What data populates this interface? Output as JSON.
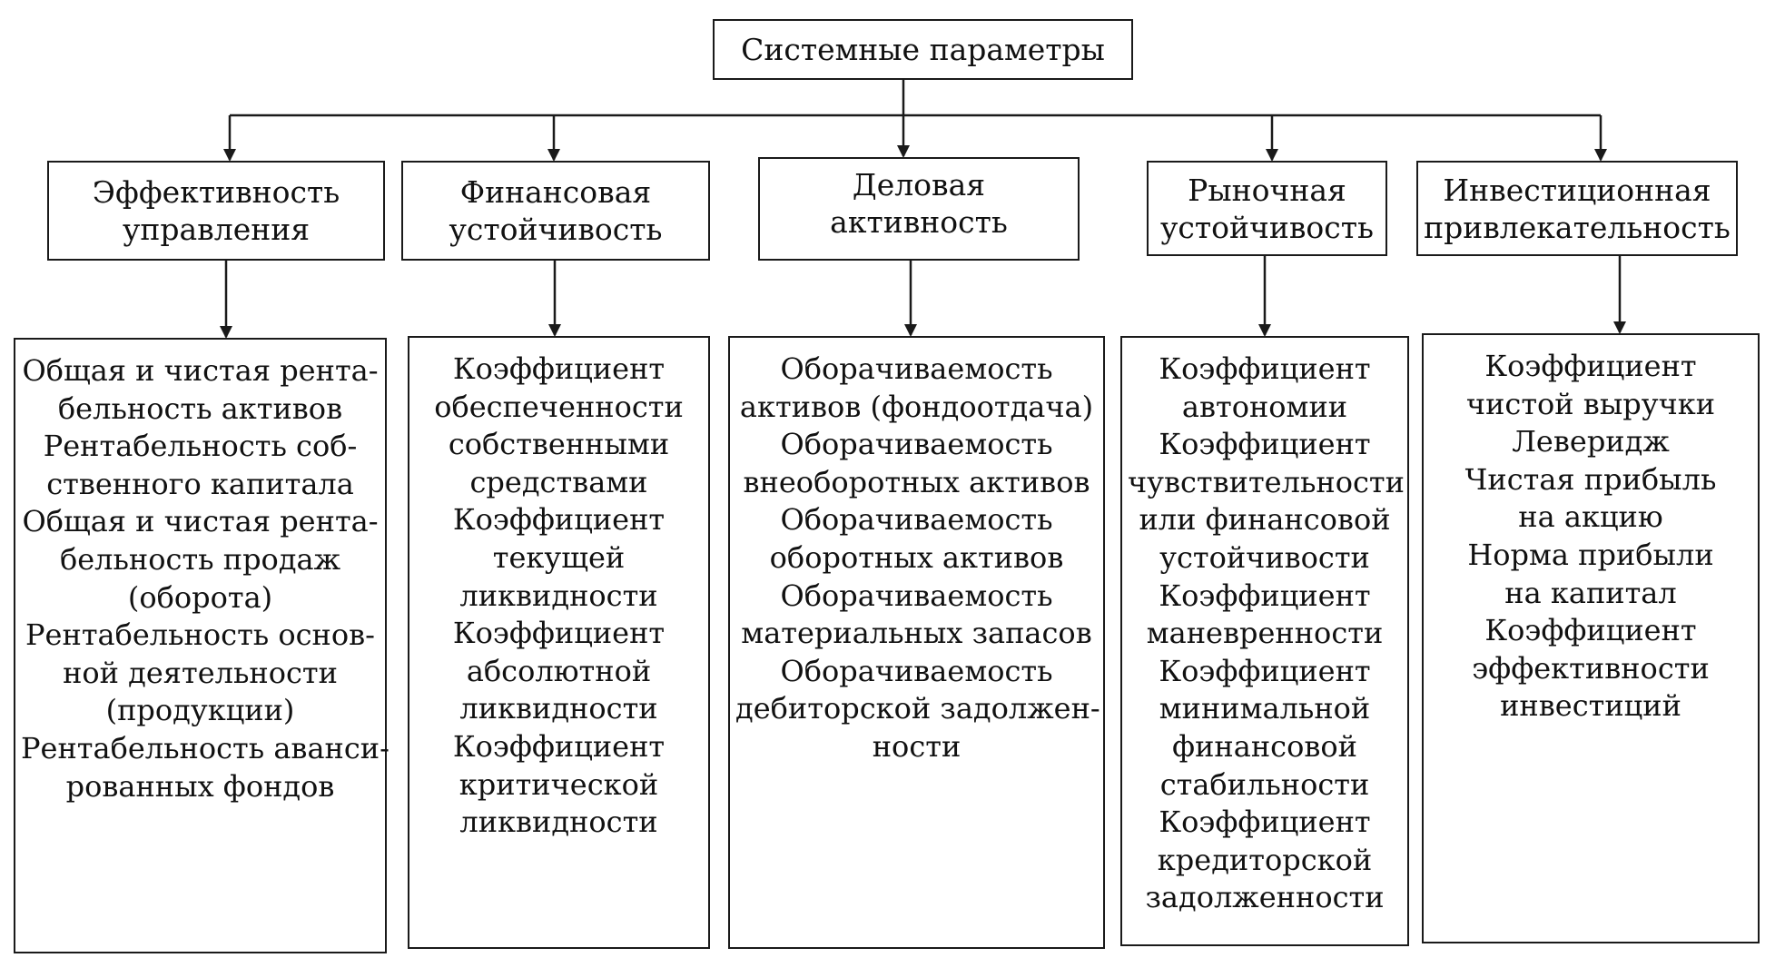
{
  "root": {
    "label": "Системные параметры"
  },
  "columns": [
    {
      "header": "Эффективность\nуправления",
      "items": [
        "Общая и чистая рента-",
        "бельность активов",
        "Рентабельность соб-",
        "ственного капитала",
        "Общая и чистая рента-",
        "бельность продаж",
        "(оборота)",
        "Рентабельность основ-",
        "ной деятельности",
        "(продукции)",
        "Рентабельность аванси-",
        "рованных фондов"
      ]
    },
    {
      "header": "Финансовая\nустойчивость",
      "items": [
        "Коэффициент",
        "обеспеченности",
        "собственными",
        "средствами",
        "Коэффициент",
        "текущей",
        "ликвидности",
        "Коэффициент",
        "абсолютной",
        "ликвидности",
        "Коэффициент",
        "критической",
        "ликвидности"
      ]
    },
    {
      "header": "Деловая активность",
      "items": [
        "Оборачиваемость",
        "активов (фондоотдача)",
        "Оборачиваемость",
        "внеоборотных активов",
        "Оборачиваемость",
        "оборотных активов",
        "Оборачиваемость",
        "материальных запасов",
        "Оборачиваемость",
        "дебиторской задолжен-",
        "ности"
      ]
    },
    {
      "header": "Рыночная\nустойчивость",
      "items": [
        "Коэффициент",
        "автономии",
        "Коэффициент",
        "чувствительности",
        "или финансовой",
        "устойчивости",
        "Коэффициент",
        "маневренности",
        "Коэффициент",
        "минимальной",
        "финансовой",
        "стабильности",
        "Коэффициент",
        "кредиторской",
        "задолженности"
      ]
    },
    {
      "header": "Инвестиционная\nпривлекательность",
      "items": [
        "Коэффициент",
        "чистой выручки",
        "Леверидж",
        "Чистая прибыль",
        "на акцию",
        "Норма прибыли",
        "на капитал",
        "Коэффициент",
        "эффективности",
        "инвестиций"
      ]
    }
  ]
}
